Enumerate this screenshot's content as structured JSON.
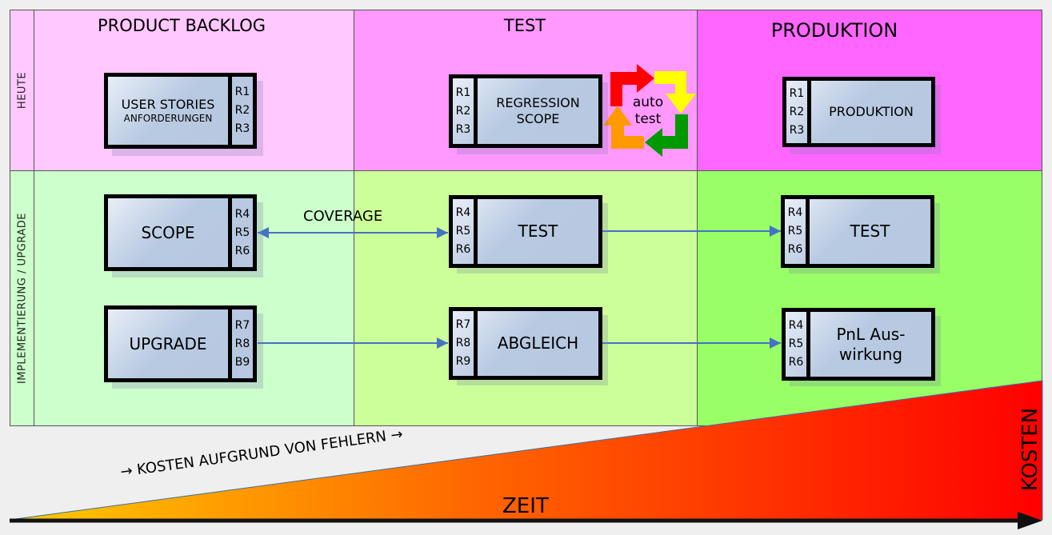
{
  "columns": [
    {
      "title": "PRODUCT BACKLOG",
      "heute_color": "#ffc8ff",
      "impl_color": "#ccffcc"
    },
    {
      "title": "TEST",
      "heute_color": "#ff99ff",
      "impl_color": "#ccff99"
    },
    {
      "title": "PRODUKTION",
      "heute_color": "#ff66ff",
      "impl_color": "#99ff66"
    }
  ],
  "lanes": {
    "heute": "HEUTE",
    "impl": "IMPLEMENTIERUNG / UPGRADE"
  },
  "boxes": {
    "user_stories": {
      "title": "USER STORIES",
      "subtitle": "ANFORDERUNGEN",
      "refs": [
        "R1",
        "R2",
        "R3"
      ]
    },
    "regression": {
      "title": "REGRESSION",
      "subtitle": "SCOPE",
      "refs": [
        "R1",
        "R2",
        "R3"
      ]
    },
    "produktion": {
      "title": "PRODUKTION",
      "refs": [
        "R1",
        "R2",
        "R3"
      ]
    },
    "scope": {
      "title": "SCOPE",
      "refs": [
        "R4",
        "R5",
        "R6"
      ]
    },
    "test_mid": {
      "title": "TEST",
      "refs": [
        "R4",
        "R5",
        "R6"
      ]
    },
    "test_right": {
      "title": "TEST",
      "refs": [
        "R4",
        "R5",
        "R6"
      ]
    },
    "upgrade": {
      "title": "UPGRADE",
      "refs": [
        "R7",
        "R8",
        "B9"
      ]
    },
    "abgleich": {
      "title": "ABGLEICH",
      "refs": [
        "R7",
        "R8",
        "R9"
      ]
    },
    "pnl": {
      "title": "PnL Aus-",
      "subtitle": "wirkung",
      "refs": [
        "R4",
        "R5",
        "R6"
      ]
    }
  },
  "autotest": {
    "line1": "auto",
    "line2": "test",
    "colors": [
      "#ff0000",
      "#ffff00",
      "#009900",
      "#ff9900"
    ]
  },
  "coverage_label": "COVERAGE",
  "cost": {
    "annotation": "KOSTEN AUFGRUND VON FEHLERN",
    "x_axis": "ZEIT",
    "y_axis": "KOSTEN",
    "gradient": [
      "#ffcc00",
      "#ff6600",
      "#ff0000"
    ]
  },
  "connector_color": "#4472c4"
}
